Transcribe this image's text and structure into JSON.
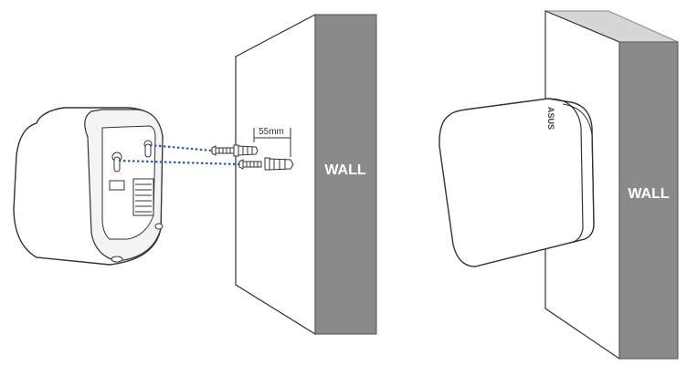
{
  "diagram": {
    "left_wall_label": "WALL",
    "right_wall_label": "WALL",
    "spacing_label": "55mm",
    "device_logo": "ASUS"
  },
  "colors": {
    "wall_face": "#ffffff",
    "wall_side": "#8a8a8a",
    "wall_top": "#d6d6d6",
    "outline": "#333333",
    "dotted_line": "#2a5fa8"
  },
  "icons": [
    "router-device-back-view",
    "screw-icon",
    "wall-anchor-icon",
    "router-device-mounted-view"
  ]
}
